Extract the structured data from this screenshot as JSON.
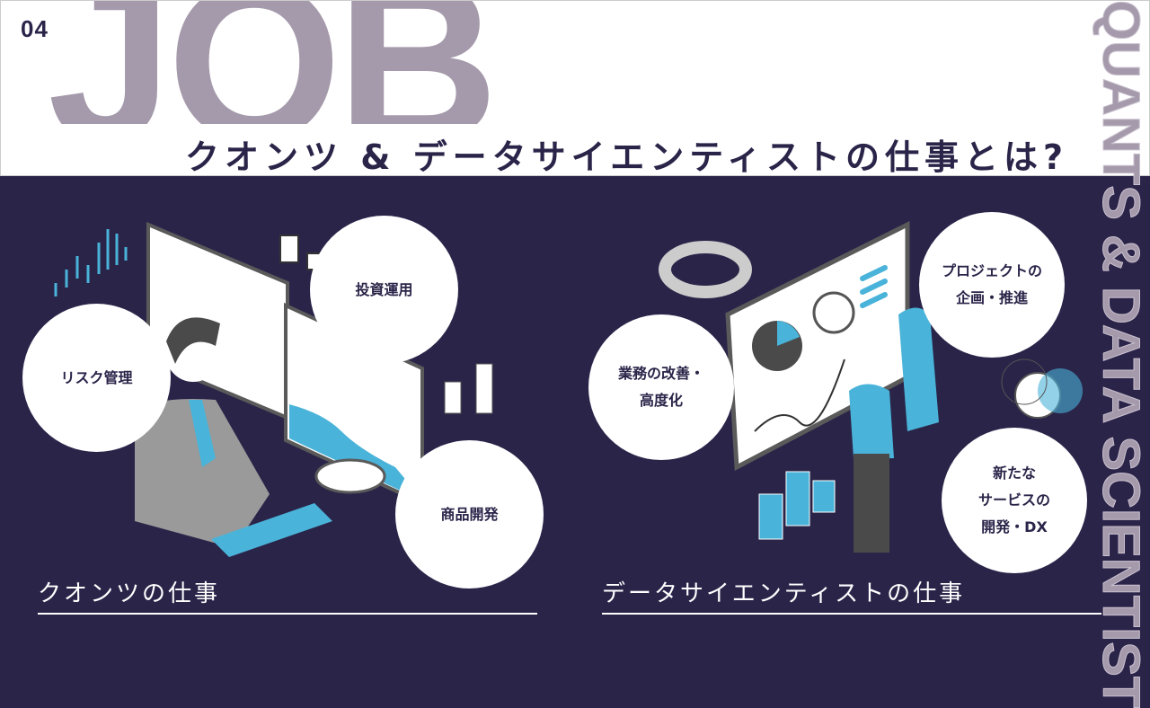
{
  "header": {
    "number": "04",
    "big_word": "JOB",
    "title": "クオンツ & データサイエンティストの仕事とは?",
    "vertical_text": "QUANTS & DATA SCIENTIST"
  },
  "quants": {
    "heading": "クオンツの仕事",
    "bubbles": [
      "リスク管理",
      "投資運用",
      "商品開発"
    ]
  },
  "data_scientist": {
    "heading": "データサイエンティストの仕事",
    "bubbles": [
      "プロジェクトの\n企画・推進",
      "業務の改善・\n高度化",
      "新たな\nサービスの\n開発・DX"
    ]
  },
  "colors": {
    "navy": "#2b2449",
    "accent": "#4ab3d9",
    "muted": "#a59aab"
  }
}
